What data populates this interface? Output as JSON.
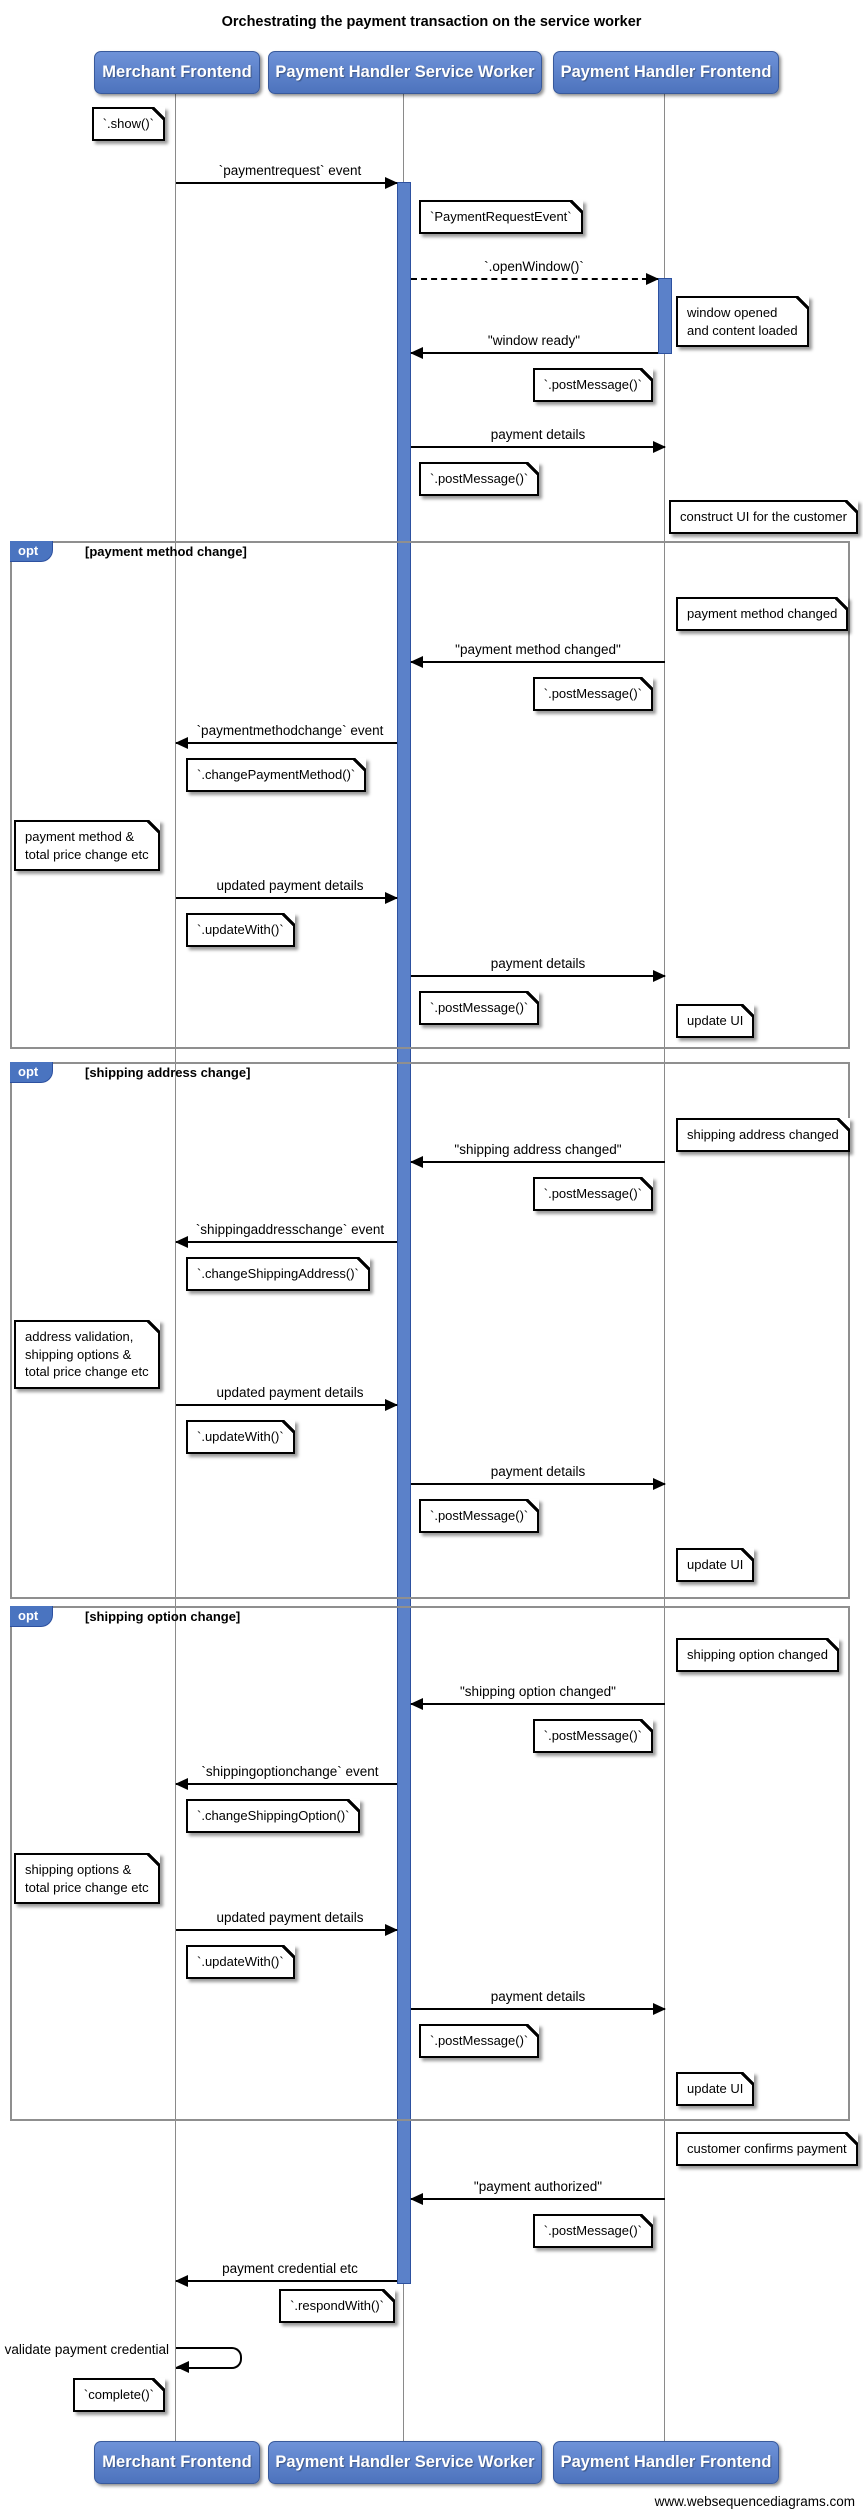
{
  "title": "Orchestrating the payment transaction on the service worker",
  "credit": "www.websequencediagrams.com",
  "participants": [
    {
      "id": "merchant",
      "label": "Merchant Frontend"
    },
    {
      "id": "service-worker",
      "label": "Payment Handler Service Worker"
    },
    {
      "id": "frontend",
      "label": "Payment Handler Frontend"
    }
  ],
  "fragments": {
    "keyword": "opt",
    "guards": [
      "[payment method change]",
      "[shipping address change]",
      "[shipping option change]"
    ]
  },
  "messages": {
    "paymentrequest": "`paymentrequest` event",
    "open_window": "`.openWindow()`",
    "window_ready": "\"window ready\"",
    "payment_details": "payment details",
    "payment_method_changed_msg": "\"payment method changed\"",
    "paymentmethodchange": "`paymentmethodchange` event",
    "updated_payment_details": "updated payment details",
    "shipping_address_changed_msg": "\"shipping address changed\"",
    "shippingaddresschange": "`shippingaddresschange` event",
    "shipping_option_changed_msg": "\"shipping option changed\"",
    "shippingoptionchange": "`shippingoptionchange` event",
    "payment_authorized": "\"payment authorized\"",
    "payment_credential": "payment credential etc",
    "validate_credential": "validate payment credential"
  },
  "notes": {
    "show": "`.show()`",
    "payment_request_event": "`PaymentRequestEvent`",
    "window_opened": "window opened\nand content loaded",
    "post_message": "`.postMessage()`",
    "construct_ui": "construct UI for the customer",
    "payment_method_changed": "payment method changed",
    "change_payment_method": "`.changePaymentMethod()`",
    "payment_method_totals": "payment method &\ntotal price change etc",
    "update_with": "`.updateWith()`",
    "update_ui": "update UI",
    "shipping_address_changed": "shipping address changed",
    "change_shipping_address": "`.changeShippingAddress()`",
    "address_validation": "address validation,\nshipping options &\ntotal price change etc",
    "shipping_option_changed": "shipping option changed",
    "change_shipping_option": "`.changeShippingOption()`",
    "shipping_options_totals": "shipping options &\ntotal price change etc",
    "customer_confirms": "customer confirms payment",
    "respond_with": "`.respondWith()`",
    "complete": "`complete()`"
  },
  "colors": {
    "participant_fill": "#4d73bd",
    "activation_fill": "#5b81c9",
    "fragment_border": "#8f8f8f",
    "opt_tag_fill": "#4a74c0",
    "note_fill": "#ffffff",
    "arrow_color": "#000000"
  }
}
